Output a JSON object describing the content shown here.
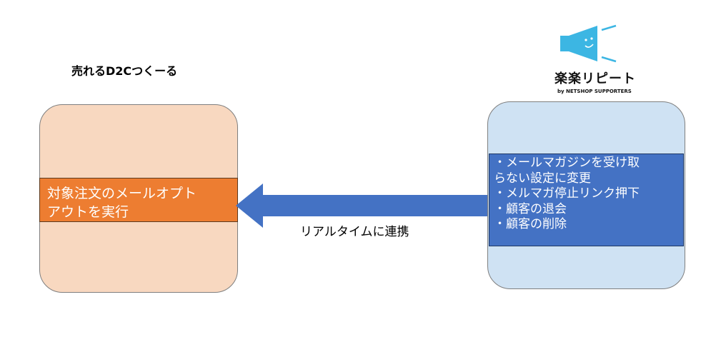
{
  "left": {
    "title": "売れるD2Cつくーる",
    "band_line1": "対象注文のメールオプト",
    "band_line2": "アウトを実行"
  },
  "connector": {
    "label": "リアルタイムに連携"
  },
  "right": {
    "logo_name": "楽楽リピート",
    "logo_sub": "by NETSHOP SUPPORTERS",
    "items": [
      "・メールマガジンを受け取",
      "らない設定に変更",
      "・メルマガ停止リンク押下",
      "・顧客の退会",
      "・顧客の削除"
    ]
  },
  "colors": {
    "left_box": "#f8d8c0",
    "left_band": "#ed7d31",
    "right_box": "#cfe2f3",
    "right_panel": "#4472c4",
    "arrow": "#4472c4",
    "logo_accent": "#3cb6e3"
  }
}
